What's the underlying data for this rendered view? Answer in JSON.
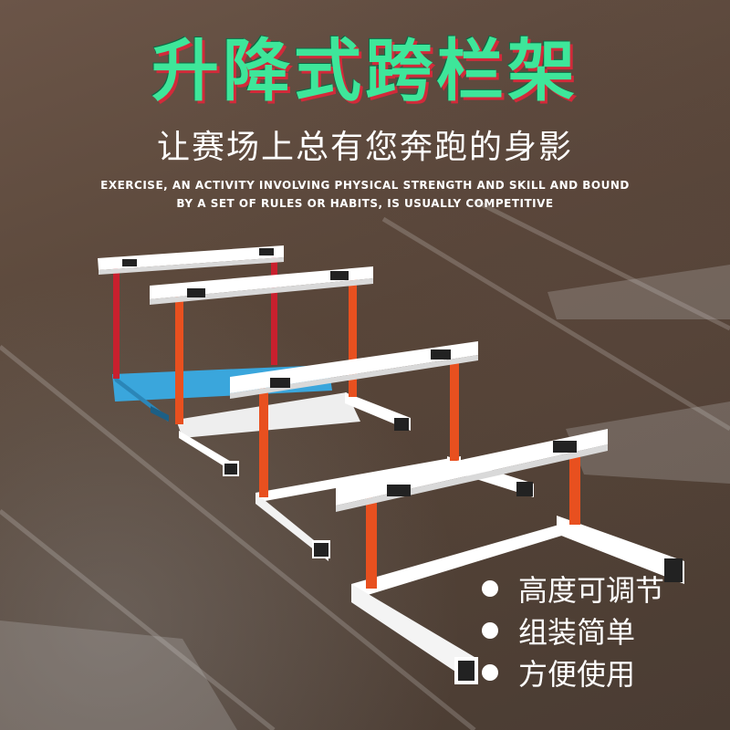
{
  "title": "升降式跨栏架",
  "subtitle": "让赛场上总有您奔跑的身影",
  "english_lines": [
    "EXERCISE, AN ACTIVITY INVOLVING PHYSICAL STRENGTH AND SKILL AND BOUND",
    "BY A SET OF RULES OR HABITS, IS USUALLY COMPETITIVE"
  ],
  "features": [
    "高度可调节",
    "组装简单",
    "方便使用"
  ],
  "colors": {
    "title": "#3ee69a",
    "title_shadow": "#d22a3a",
    "hurdle_orange": "#e8501f",
    "hurdle_red": "#c8202e",
    "base_blue": "#3aa6dc",
    "bar_white": "#ffffff"
  }
}
